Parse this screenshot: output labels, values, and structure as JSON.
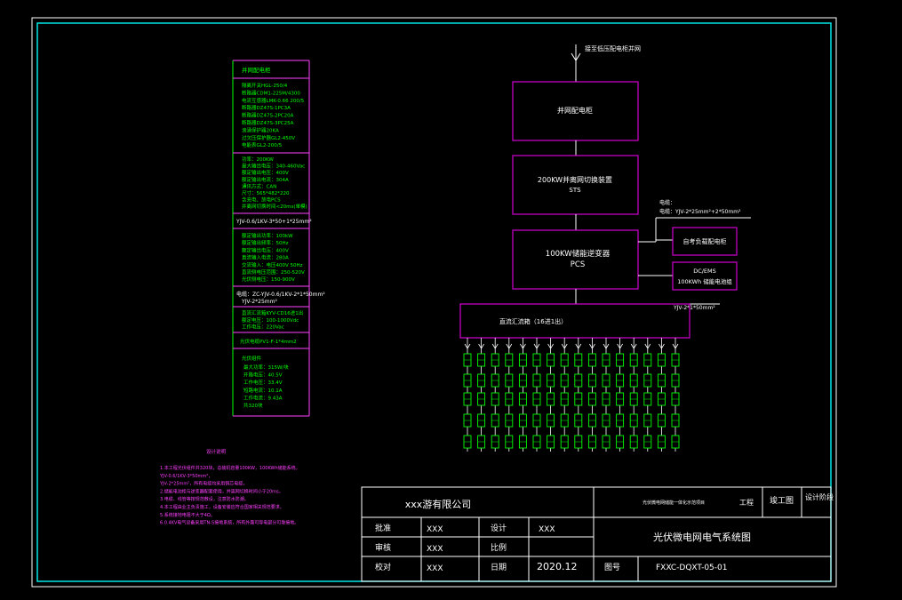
{
  "diagram": {
    "grid_note": "接至低压配电柜并网",
    "boxes": {
      "grid_cabinet": "并网配电柜",
      "sts_line1": "200KW并离网切换装置",
      "sts_line2": "STS",
      "pcs_line1": "100KW储能逆变器",
      "pcs_line2": "PCS",
      "ac_cabinet": "自考负载配电柜",
      "battery_line1": "DC/EMS",
      "battery_line2": "100KWh 储能电池组",
      "combiner": "直流汇流箱（16进1出）"
    },
    "cables": {
      "to_ac_cabinet_1": "电缆：",
      "to_ac_cabinet_2": "电缆：YJV-2*25mm²+2*50mm²",
      "to_combiner": "YJV-2*1*50mm²"
    },
    "pv_strings": 16
  },
  "spec_panel": {
    "title": "并网配电柜",
    "group1": [
      "隔离开关HGL-250/4",
      "断路器CDM1-225M/4300",
      "电流互感器LMK-0.66 200/5",
      "断路器DZ47S-1PC3A",
      "断路器DZ47S-2PC20A",
      "断路器DZ47S-3PC25A",
      "浪涌保护器20KA",
      "过欠压保护器GL2-450V",
      "电能表GL2-200/5"
    ],
    "group2": [
      "功率：200KW",
      "最大输出电压：340-460Vac",
      "额定输出电压：400V",
      "额定输出电流：304A",
      "通讯方式：CAN",
      "尺寸：565*482*220",
      "含充电、放电PCS",
      "并离网切换时间<20ms(单模)"
    ],
    "cable1": "YJV-0.6/1KV-3*50+1*25mm²",
    "group3": [
      "额定输出功率：100kW",
      "额定输出频率：50Hz",
      "额定输出电压：400V",
      "直流输入电流：280A",
      "交流输入：电压400V 50Hz",
      "直流侧电压范围：250-520V",
      "光伏侧电压：150-900V"
    ],
    "cable2a": "电缆：ZC-YJV-0.6/1KV-2*1*50mm²",
    "cable2b": "YJV-2*25mm²",
    "group4": [
      "直流汇流箱KYV-CD16进1出",
      "额定电压：100-1000Vdc",
      "工作电压：220Vac"
    ],
    "cable3": "光伏电缆PV1-F-1*4mm2",
    "group5_title": "光伏组件",
    "group5": [
      "最大功率：315W/块",
      "开路电压：40.5V",
      "工作电压：33.4V",
      "短路电流：10.1A",
      "工作电流：9.43A",
      "共320块"
    ]
  },
  "notes": {
    "title": "设计说明",
    "lines": [
      "1.本工程光伏组件共320块，总装机容量100KW，100KWh储能系统。",
      "YJV-0.6/1KV-3*50mm²，",
      "YJV-2*25mm²，所有电缆均采用铜芯电缆，",
      "2.储能电池柜与逆变器配套使用，并离网切换时间小于20ms。",
      "3.电缆、线管等按规范敷设，注意防水防潮。",
      "4.本工程由业主负责施工，设备安装应符合国家相关规范要求。",
      "5.系统接地电阻不大于4Ω。",
      "6.0.4KV电气设备采用TN-S接地系统，所有外露可导电部分可靠接地。"
    ]
  },
  "title_block": {
    "company": "xxx游有限公司",
    "project_info": "光伏微电网储能一体化示范项目",
    "gongcheng": "工程",
    "jungong": "竣工图",
    "design_stage": "设计阶段",
    "approve_label": "批准",
    "approve_value": "XXX",
    "review_label": "审核",
    "review_value": "XXX",
    "check_label": "校对",
    "check_value": "XXX",
    "design_label": "设计",
    "design_value": "XXX",
    "scale_label": "比例",
    "scale_value": "",
    "date_label": "日期",
    "date_value": "2020.12",
    "drawing_title": "光伏微电网电气系统图",
    "drawing_no_label": "图号",
    "drawing_no": "FXXC-DQXT-05-01"
  },
  "colors": {
    "frame": "#00e5e5",
    "box": "#d000d0",
    "line": "#ffffff",
    "spec": "#00ff00",
    "notes": "#ff40ff",
    "bg": "#000000"
  }
}
